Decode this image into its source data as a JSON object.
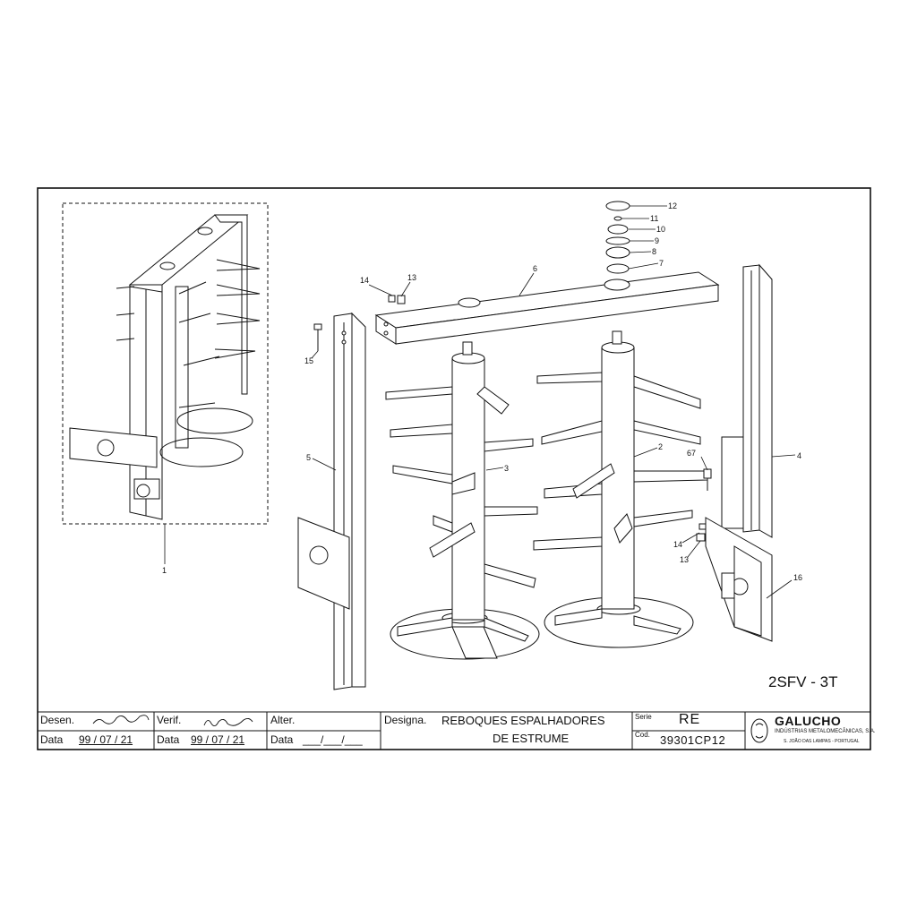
{
  "drawing": {
    "model_code": "2SFV - 3T",
    "callouts": [
      "1",
      "2",
      "3",
      "4",
      "5",
      "6",
      "7",
      "8",
      "9",
      "10",
      "11",
      "12",
      "13",
      "14",
      "15",
      "16",
      "67"
    ]
  },
  "title_block": {
    "desen_label": "Desen.",
    "verif_label": "Verif.",
    "alter_label": "Alter.",
    "data_label": "Data",
    "desen_date": "99 / 07 / 21",
    "verif_date": "99 / 07 / 21",
    "alter_date": "___/___/___",
    "designa_label": "Designa.",
    "designation_line1": "REBOQUES ESPALHADORES",
    "designation_line2": "DE ESTRUME",
    "serie_label": "Serie",
    "serie_value": "RE",
    "cod_label": "Cod.",
    "cod_value": "39301CP12",
    "company_name": "GALUCHO",
    "company_subtitle": "INDÚSTRIAS METALOMECÂNICAS, S.A.",
    "company_address": "S. JOÃO DAS LAMPAS - PORTUGAL"
  }
}
